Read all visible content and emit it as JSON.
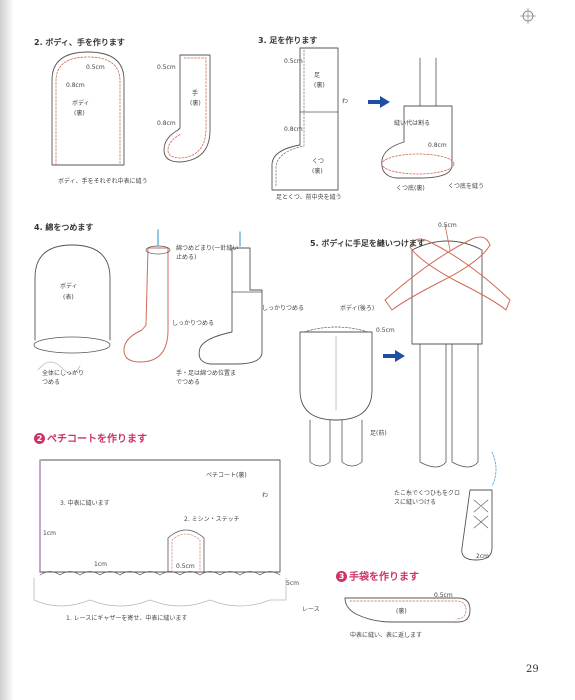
{
  "colors": {
    "accent": "#cc3366",
    "line": "#555555",
    "red_line": "#d06a55",
    "arrow": "#1f4fa3",
    "blue_mark": "#4aa3cc",
    "purple_line": "#b990c8"
  },
  "steps": {
    "s2": {
      "heading": "2. ボディ、手を作ります",
      "body_label": "ボディ",
      "body_fabric": "(裏)",
      "hand_label": "手",
      "hand_fabric": "(裏)",
      "seam_a": "0.5cm",
      "seam_b": "0.8cm",
      "seam_c": "0.5cm",
      "seam_d": "0.8cm",
      "caption": "ボディ、手をそれぞれ中表に縫う"
    },
    "s3": {
      "heading": "3. 足を作ります",
      "leg_label": "足",
      "leg_fabric": "(裏)",
      "shoe_label": "くつ",
      "shoe_fabric": "(裏)",
      "seam_a": "0.5cm",
      "seam_b": "0.8cm",
      "cut_mark": "わ",
      "caption": "足とくつ、前中央を縫う",
      "note": "縫い代は割る",
      "seam_c": "0.8cm",
      "shoe_note": "くつ底(裏)",
      "sole_note": "くつ底を縫う"
    },
    "s4": {
      "heading": "4. 綿をつめます",
      "body_label": "ボディ",
      "body_fabric": "(表)",
      "stuff_note": "全体にしっかりつめる",
      "mouth_note": "綿つめどまり(一針縫い止める)",
      "firm_a": "しっかりつめる",
      "firm_b": "しっかりつめる",
      "foot_note": "手・足は綿つめ位置までつめる"
    },
    "s5": {
      "heading": "5. ボディに手足を縫いつけます",
      "seam_top": "0.5cm",
      "body_note": "ボディ(後ろ)",
      "seam_mid": "0.5cm",
      "leg_note": "足(前)",
      "cross_note": "たこ糸でくつひもをクロスに縫いつける",
      "small": "2cm"
    }
  },
  "petticoat": {
    "badge": "2",
    "heading": "ペチコートを作ります",
    "fabric": "ペチコート(裏)",
    "cut_mark": "わ",
    "step3": "3. 中表に縫います",
    "step2": "2. ミシン・ステッチ",
    "step1": "1. レースにギャザーを寄せ、中表に縫います",
    "seam_a": "1cm",
    "seam_b": "1cm",
    "seam_c": "0.5cm",
    "lace_w": "5cm",
    "lace": "レース"
  },
  "glove": {
    "badge": "3",
    "heading": "手袋を作ります",
    "fabric": "(裏)",
    "seam": "0.5cm",
    "caption": "中表に縫い、表に返します"
  },
  "page_number": "29"
}
